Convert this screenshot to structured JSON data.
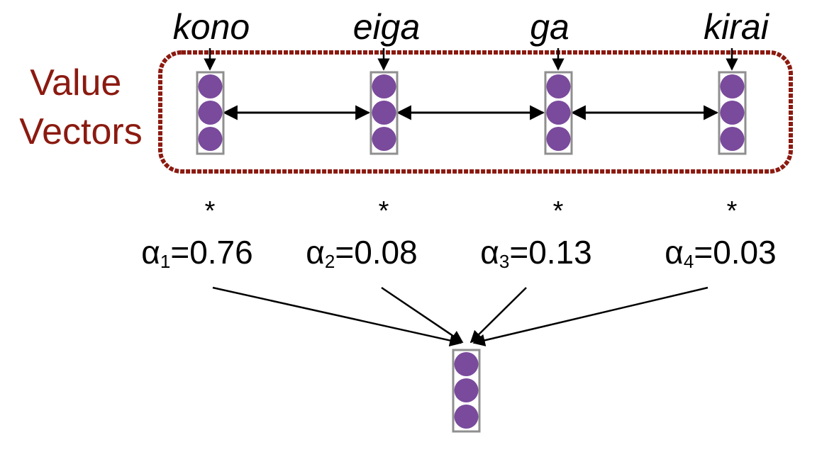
{
  "colors": {
    "group": "#8b1a10",
    "vector_fill": "#7a4a9c",
    "vector_border": "#8f8f8f",
    "line": "#000000"
  },
  "group_label": [
    "Value",
    "Vectors"
  ],
  "tokens": [
    {
      "word": "kono",
      "multiply": "*",
      "weight_symbol": "α",
      "weight_index": "1",
      "weight_value": "=0.76"
    },
    {
      "word": "eiga",
      "multiply": "*",
      "weight_symbol": "α",
      "weight_index": "2",
      "weight_value": "=0.08"
    },
    {
      "word": "ga",
      "multiply": "*",
      "weight_symbol": "α",
      "weight_index": "3",
      "weight_value": "=0.13"
    },
    {
      "word": "kirai",
      "multiply": "*",
      "weight_symbol": "α",
      "weight_index": "4",
      "weight_value": "=0.03"
    }
  ],
  "vector_size": 3
}
